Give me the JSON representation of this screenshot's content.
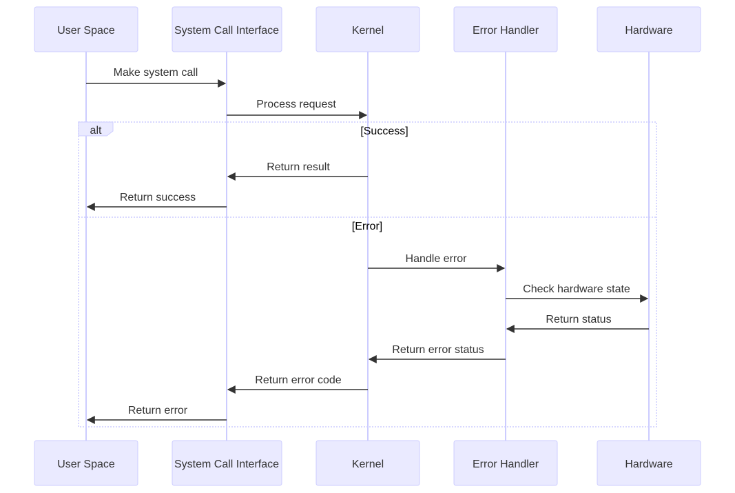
{
  "actors": [
    {
      "id": "user",
      "label": "User Space"
    },
    {
      "id": "sci",
      "label": "System Call Interface"
    },
    {
      "id": "kernel",
      "label": "Kernel"
    },
    {
      "id": "err",
      "label": "Error Handler"
    },
    {
      "id": "hw",
      "label": "Hardware"
    }
  ],
  "messages": [
    {
      "from": "user",
      "to": "sci",
      "label": "Make system call"
    },
    {
      "from": "sci",
      "to": "kernel",
      "label": "Process request"
    },
    {
      "from": "kernel",
      "to": "sci",
      "label": "Return result"
    },
    {
      "from": "sci",
      "to": "user",
      "label": "Return success"
    },
    {
      "from": "kernel",
      "to": "err",
      "label": "Handle error"
    },
    {
      "from": "err",
      "to": "hw",
      "label": "Check hardware state"
    },
    {
      "from": "hw",
      "to": "err",
      "label": "Return status"
    },
    {
      "from": "err",
      "to": "kernel",
      "label": "Return error status"
    },
    {
      "from": "kernel",
      "to": "sci",
      "label": "Return error code"
    },
    {
      "from": "sci",
      "to": "user",
      "label": "Return error"
    }
  ],
  "alt_frame": {
    "tag": "alt",
    "sections": [
      {
        "condition": "[Success]"
      },
      {
        "condition": "[Error]"
      }
    ]
  },
  "colors": {
    "actor_fill": "#eaeaff",
    "actor_stroke": "#ccccff",
    "line": "#333333"
  }
}
